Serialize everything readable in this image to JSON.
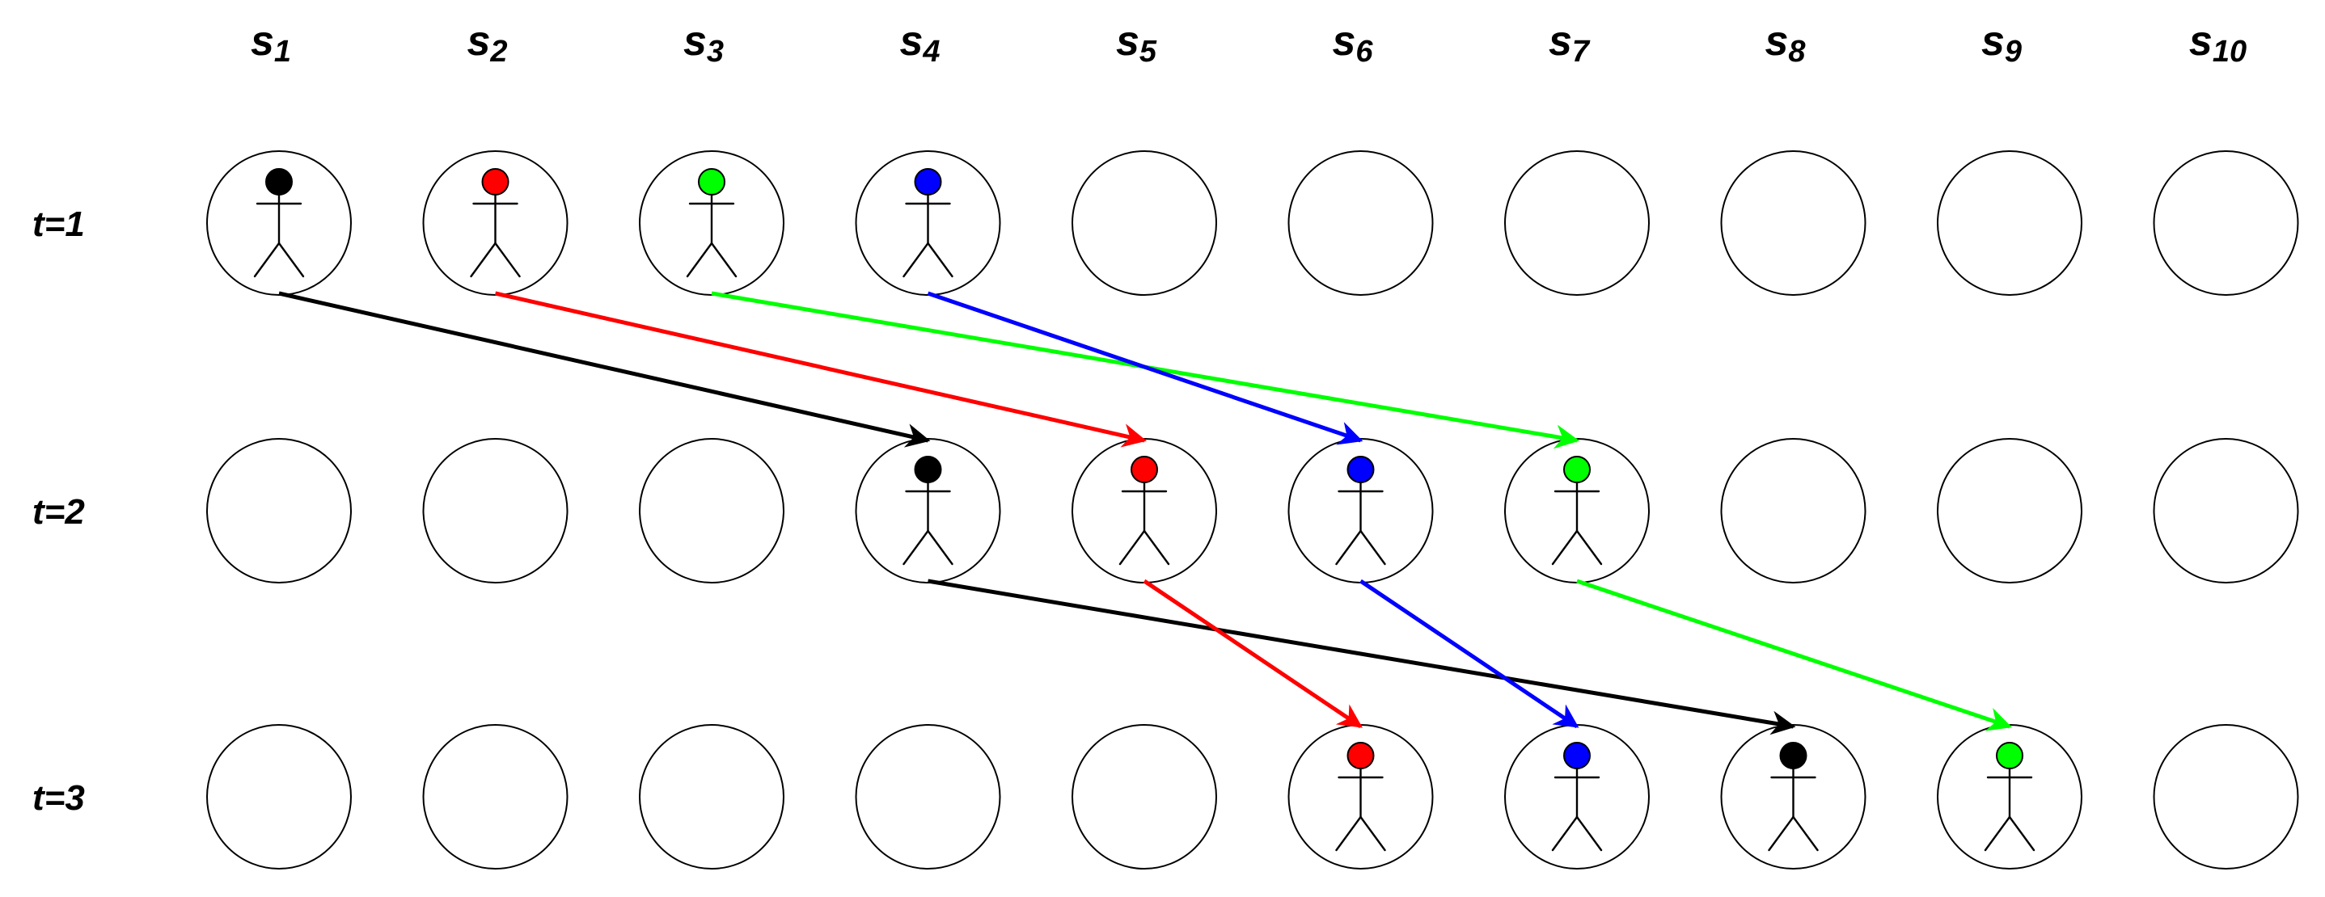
{
  "columns": [
    {
      "base": "s",
      "sub": "1"
    },
    {
      "base": "s",
      "sub": "2"
    },
    {
      "base": "s",
      "sub": "3"
    },
    {
      "base": "s",
      "sub": "4"
    },
    {
      "base": "s",
      "sub": "5"
    },
    {
      "base": "s",
      "sub": "6"
    },
    {
      "base": "s",
      "sub": "7"
    },
    {
      "base": "s",
      "sub": "8"
    },
    {
      "base": "s",
      "sub": "9"
    },
    {
      "base": "s",
      "sub": "10"
    }
  ],
  "rows": [
    "t=1",
    "t=2",
    "t=3"
  ],
  "agent_colors": {
    "black": "#000000",
    "red": "#ff0000",
    "green": "#00ff00",
    "blue": "#0000ff"
  },
  "occupancy": [
    {
      "row": 0,
      "col": 0,
      "agent": "black"
    },
    {
      "row": 0,
      "col": 1,
      "agent": "red"
    },
    {
      "row": 0,
      "col": 2,
      "agent": "green"
    },
    {
      "row": 0,
      "col": 3,
      "agent": "blue"
    },
    {
      "row": 1,
      "col": 3,
      "agent": "black"
    },
    {
      "row": 1,
      "col": 4,
      "agent": "red"
    },
    {
      "row": 1,
      "col": 5,
      "agent": "blue"
    },
    {
      "row": 1,
      "col": 6,
      "agent": "green"
    },
    {
      "row": 2,
      "col": 5,
      "agent": "red"
    },
    {
      "row": 2,
      "col": 6,
      "agent": "blue"
    },
    {
      "row": 2,
      "col": 7,
      "agent": "black"
    },
    {
      "row": 2,
      "col": 8,
      "agent": "green"
    }
  ],
  "moves": [
    {
      "agent": "black",
      "from": [
        0,
        0
      ],
      "to": [
        1,
        3
      ]
    },
    {
      "agent": "red",
      "from": [
        0,
        1
      ],
      "to": [
        1,
        4
      ]
    },
    {
      "agent": "green",
      "from": [
        0,
        2
      ],
      "to": [
        1,
        6
      ]
    },
    {
      "agent": "blue",
      "from": [
        0,
        3
      ],
      "to": [
        1,
        5
      ]
    },
    {
      "agent": "black",
      "from": [
        1,
        3
      ],
      "to": [
        2,
        7
      ]
    },
    {
      "agent": "red",
      "from": [
        1,
        4
      ],
      "to": [
        2,
        5
      ]
    },
    {
      "agent": "blue",
      "from": [
        1,
        5
      ],
      "to": [
        2,
        6
      ]
    },
    {
      "agent": "green",
      "from": [
        1,
        6
      ],
      "to": [
        2,
        8
      ]
    }
  ]
}
